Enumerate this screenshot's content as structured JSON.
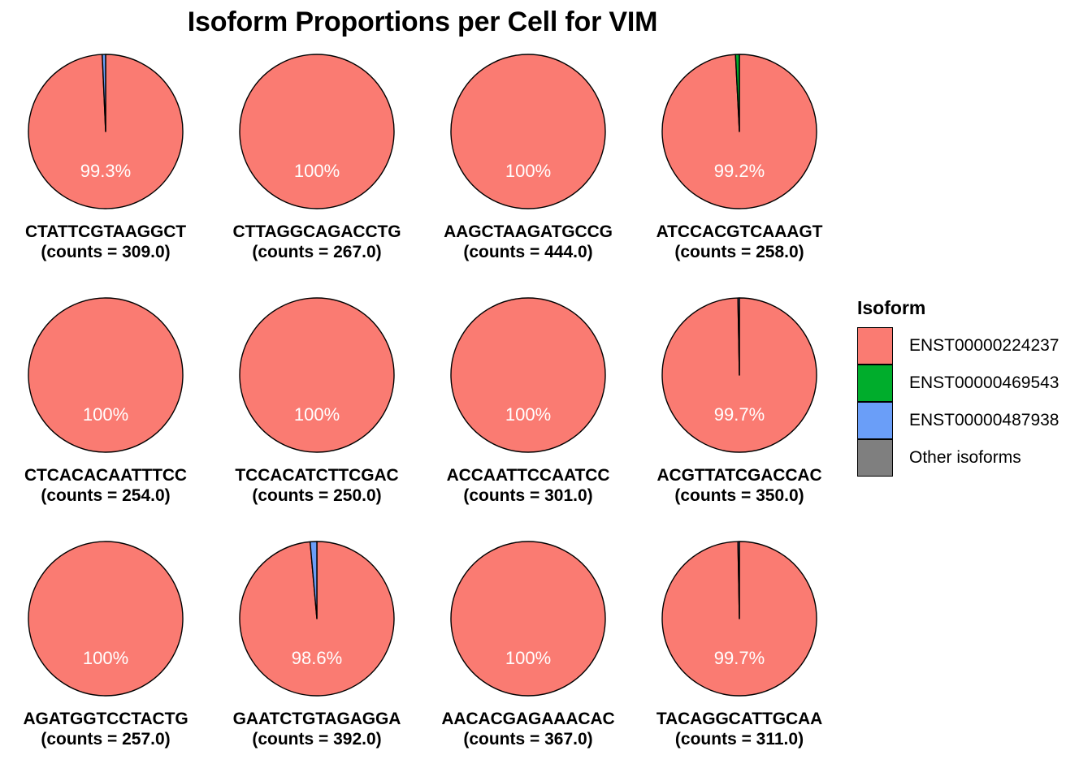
{
  "title": "Isoform Proportions per Cell for VIM",
  "legend": {
    "title": "Isoform",
    "items": [
      {
        "label": "ENST00000224237",
        "color": "#FA7B72"
      },
      {
        "label": "ENST00000469543",
        "color": "#00AD2C"
      },
      {
        "label": "ENST00000487938",
        "color": "#6A9EF8"
      },
      {
        "label": "Other isoforms",
        "color": "#7F7F7F"
      }
    ]
  },
  "chart_data": {
    "type": "pie",
    "title": "Isoform Proportions per Cell for VIM",
    "legend_title": "Isoform",
    "legend_position": "right",
    "categories": [
      "ENST00000224237",
      "ENST00000469543",
      "ENST00000487938",
      "Other isoforms"
    ],
    "colors": [
      "#FA7B72",
      "#00AD2C",
      "#6A9EF8",
      "#7F7F7F"
    ],
    "grid": false,
    "panels": [
      {
        "barcode": "CTATTCGTAAGGCT",
        "counts_label": "(counts = 309.0)",
        "counts": 309.0,
        "pct_label": "99.3%",
        "values": [
          99.3,
          0.0,
          0.7,
          0.0
        ]
      },
      {
        "barcode": "CTTAGGCAGACCTG",
        "counts_label": "(counts = 267.0)",
        "counts": 267.0,
        "pct_label": "100%",
        "values": [
          100.0,
          0.0,
          0.0,
          0.0
        ]
      },
      {
        "barcode": "AAGCTAAGATGCCG",
        "counts_label": "(counts = 444.0)",
        "counts": 444.0,
        "pct_label": "100%",
        "values": [
          100.0,
          0.0,
          0.0,
          0.0
        ]
      },
      {
        "barcode": "ATCCACGTCAAAGT",
        "counts_label": "(counts = 258.0)",
        "counts": 258.0,
        "pct_label": "99.2%",
        "values": [
          99.2,
          0.8,
          0.0,
          0.0
        ]
      },
      {
        "barcode": "CTCACACAATTTCC",
        "counts_label": "(counts = 254.0)",
        "counts": 254.0,
        "pct_label": "100%",
        "values": [
          100.0,
          0.0,
          0.0,
          0.0
        ]
      },
      {
        "barcode": "TCCACATCTTCGAC",
        "counts_label": "(counts = 250.0)",
        "counts": 250.0,
        "pct_label": "100%",
        "values": [
          100.0,
          0.0,
          0.0,
          0.0
        ]
      },
      {
        "barcode": "ACCAATTCCAATCC",
        "counts_label": "(counts = 301.0)",
        "counts": 301.0,
        "pct_label": "100%",
        "values": [
          100.0,
          0.0,
          0.0,
          0.0
        ]
      },
      {
        "barcode": "ACGTTATCGACCAC",
        "counts_label": "(counts = 350.0)",
        "counts": 350.0,
        "pct_label": "99.7%",
        "values": [
          99.7,
          0.0,
          0.3,
          0.0
        ]
      },
      {
        "barcode": "AGATGGTCCTACTG",
        "counts_label": "(counts = 257.0)",
        "counts": 257.0,
        "pct_label": "100%",
        "values": [
          100.0,
          0.0,
          0.0,
          0.0
        ]
      },
      {
        "barcode": "GAATCTGTAGAGGA",
        "counts_label": "(counts = 392.0)",
        "counts": 392.0,
        "pct_label": "98.6%",
        "values": [
          98.6,
          0.0,
          1.4,
          0.0
        ]
      },
      {
        "barcode": "AACACGAGAAACAC",
        "counts_label": "(counts = 367.0)",
        "counts": 367.0,
        "pct_label": "100%",
        "values": [
          100.0,
          0.0,
          0.0,
          0.0
        ]
      },
      {
        "barcode": "TACAGGCATTGCAA",
        "counts_label": "(counts = 311.0)",
        "counts": 311.0,
        "pct_label": "99.7%",
        "values": [
          99.7,
          0.0,
          0.3,
          0.0
        ]
      }
    ]
  }
}
